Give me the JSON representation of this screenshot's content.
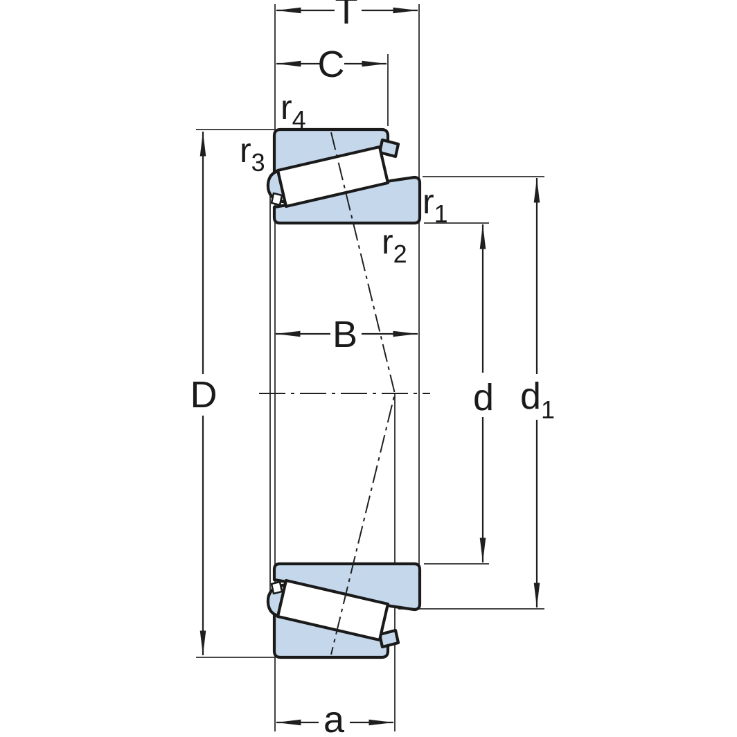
{
  "diagram": {
    "type": "technical-drawing",
    "subject": "tapered roller bearing cross-section",
    "colors": {
      "ring_fill": "#c5d7eb",
      "outline": "#1a1a1a",
      "dimension_lines": "#1f1f1f",
      "background": "#ffffff"
    },
    "dimension_labels": {
      "T": "T",
      "C": "C",
      "B": "B",
      "D": "D",
      "d": "d",
      "d1_base": "d",
      "d1_sub": "1",
      "a": "a",
      "r1_base": "r",
      "r1_sub": "1",
      "r2_base": "r",
      "r2_sub": "2",
      "r3_base": "r",
      "r3_sub": "3",
      "r4_base": "r",
      "r4_sub": "4"
    }
  }
}
